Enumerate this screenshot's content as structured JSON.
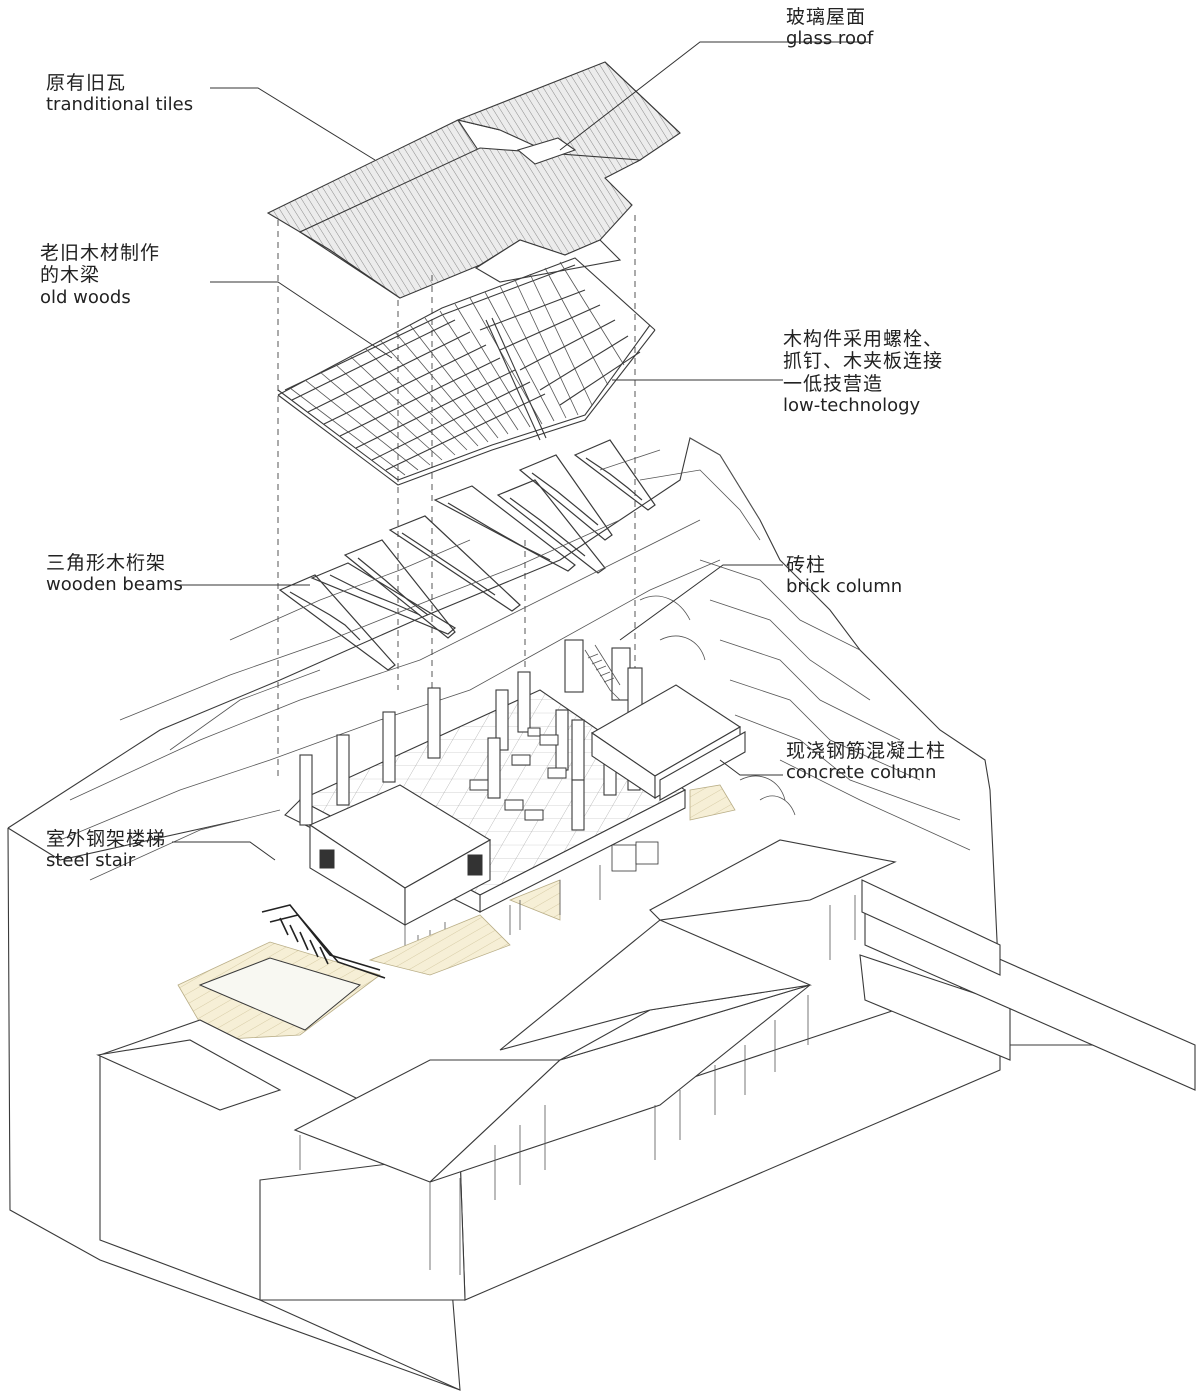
{
  "labels": {
    "tiles": {
      "zh": "原有旧瓦",
      "en": "tranditional  tiles"
    },
    "glass_roof": {
      "zh": "玻璃屋面",
      "en": "glass roof"
    },
    "old_woods": {
      "zh_line1": "老旧木材制作",
      "zh_line2": "的木梁",
      "en": "old woods"
    },
    "low_tech": {
      "zh_line1": "木构件采用螺栓、",
      "zh_line2": "抓钉、木夹板连接",
      "zh_line3": "一低技营造",
      "en": "low-technology"
    },
    "wooden_beams": {
      "zh": "三角形木桁架",
      "en": "wooden beams"
    },
    "brick_column": {
      "zh": "砖柱",
      "en": "brick column"
    },
    "concrete_column": {
      "zh": "现浇钢筋混凝土柱",
      "en": "concrete column"
    },
    "steel_stair": {
      "zh": "室外钢架楼梯",
      "en": "steel stair"
    }
  },
  "colors": {
    "line": "#3a3a3a",
    "roof_tile": "#e9e9e9",
    "timber_deck": "#f6efd6",
    "background": "#ffffff"
  }
}
